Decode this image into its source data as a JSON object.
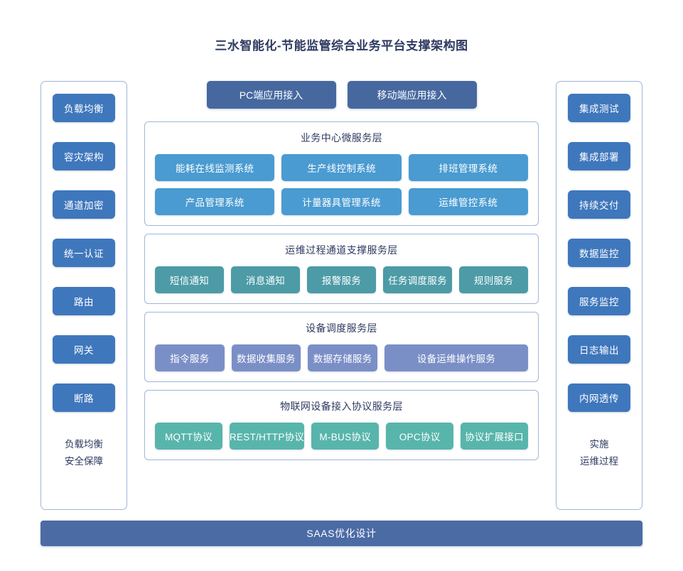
{
  "title": "三水智能化-节能监管综合业务平台支撑架构图",
  "colors": {
    "title_text": "#2e3a60",
    "side_chip": "#3f77bc",
    "entry_bar": "#46689f",
    "business_node": "#4a9bd1",
    "ops_node": "#4c9ba6",
    "device_node": "#7b8fc7",
    "protocol_node": "#58b5ab",
    "bottom_bar": "#4b6ba5",
    "panel_border": "#9fb6d6"
  },
  "left_column": {
    "items": [
      {
        "label": "负载均衡"
      },
      {
        "label": "容灾架构"
      },
      {
        "label": "通道加密"
      },
      {
        "label": "统一认证"
      },
      {
        "label": "路由"
      },
      {
        "label": "网关"
      },
      {
        "label": "断路"
      }
    ],
    "footer_line1": "负载均衡",
    "footer_line2": "安全保障"
  },
  "right_column": {
    "items": [
      {
        "label": "集成测试"
      },
      {
        "label": "集成部署"
      },
      {
        "label": "持续交付"
      },
      {
        "label": "数据监控"
      },
      {
        "label": "服务监控"
      },
      {
        "label": "日志输出"
      },
      {
        "label": "内网透传"
      }
    ],
    "footer_line1": "实施",
    "footer_line2": "运维过程"
  },
  "entry_bars": [
    {
      "label": "PC端应用接入"
    },
    {
      "label": "移动端应用接入"
    }
  ],
  "layers": [
    {
      "title": "业务中心微服务层",
      "rows": [
        [
          {
            "label": "能耗在线监测系统"
          },
          {
            "label": "生产线控制系统"
          },
          {
            "label": "排班管理系统"
          }
        ],
        [
          {
            "label": "产品管理系统"
          },
          {
            "label": "计量器具管理系统"
          },
          {
            "label": "运维管控系统"
          }
        ]
      ]
    },
    {
      "title": "运维过程通道支撑服务层",
      "rows": [
        [
          {
            "label": "短信通知"
          },
          {
            "label": "消息通知"
          },
          {
            "label": "报警服务"
          },
          {
            "label": "任务调度服务"
          },
          {
            "label": "规则服务"
          }
        ]
      ]
    },
    {
      "title": "设备调度服务层",
      "rows": [
        [
          {
            "label": "指令服务"
          },
          {
            "label": "数据收集服务"
          },
          {
            "label": "数据存储服务"
          },
          {
            "label": "设备运维操作服务",
            "wide": true
          }
        ]
      ]
    },
    {
      "title": "物联网设备接入协议服务层",
      "rows": [
        [
          {
            "label": "MQTT协议"
          },
          {
            "label": "REST/HTTP协议"
          },
          {
            "label": "M-BUS协议"
          },
          {
            "label": "OPC协议"
          },
          {
            "label": "协议扩展接口"
          }
        ]
      ]
    }
  ],
  "bottom_bar": {
    "label": "SAAS优化设计"
  }
}
